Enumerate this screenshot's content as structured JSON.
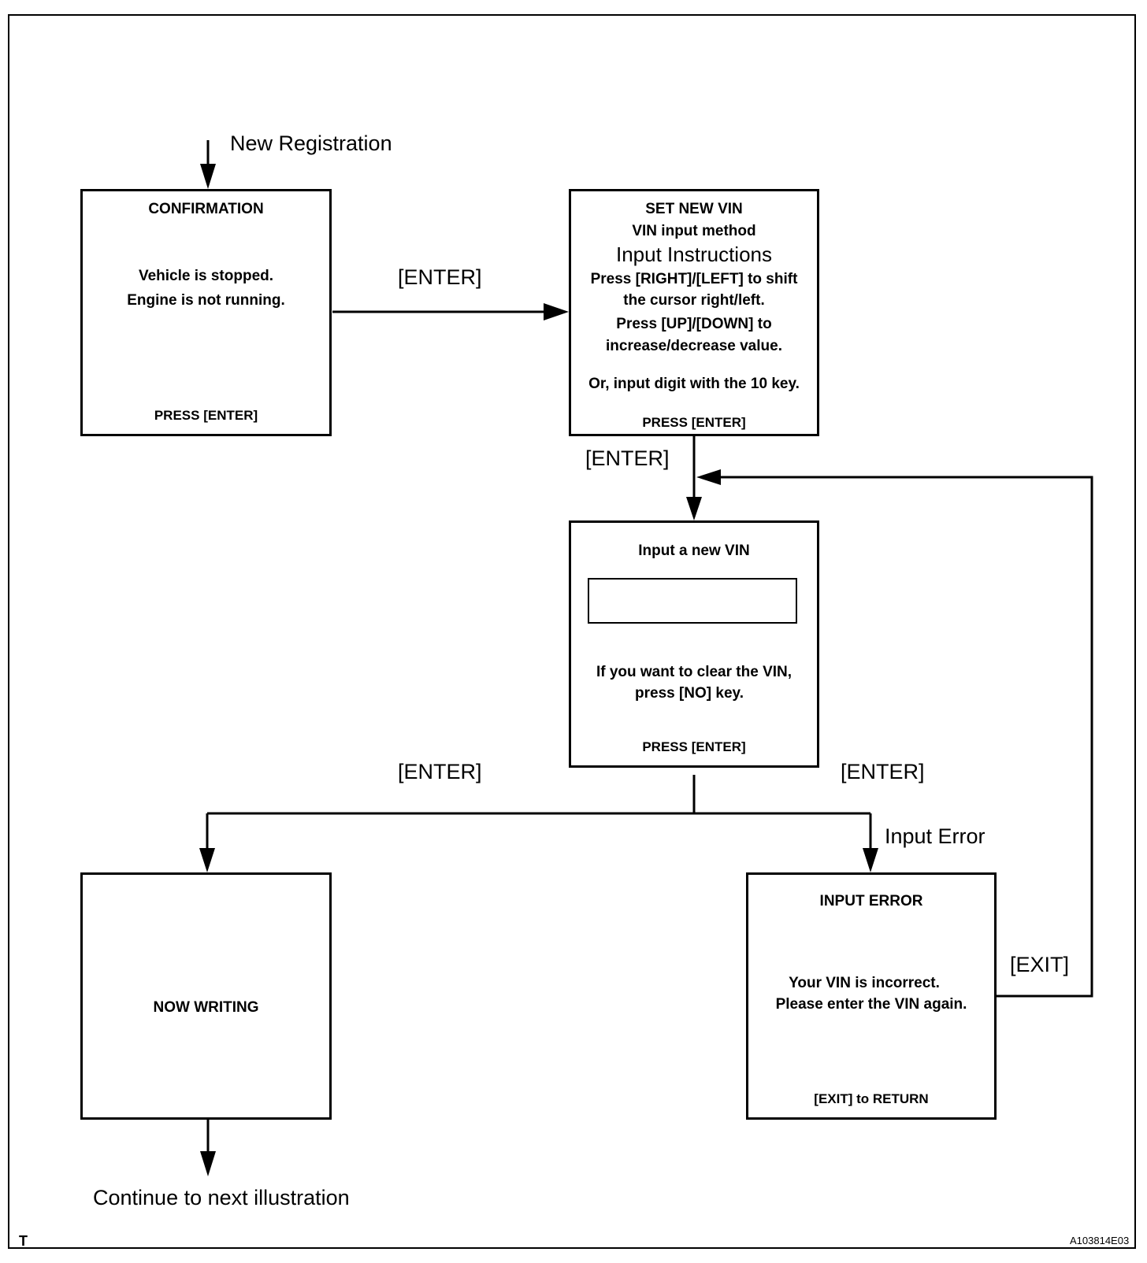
{
  "labels": {
    "new_registration": "New Registration",
    "enter_1": "[ENTER]",
    "enter_2": "[ENTER]",
    "enter_left": "[ENTER]",
    "enter_right": "[ENTER]",
    "input_error": "Input Error",
    "exit": "[EXIT]",
    "continue": "Continue to next illustration"
  },
  "confirmation": {
    "title": "CONFIRMATION",
    "line1": "Vehicle is stopped.",
    "line2": "Engine is not running.",
    "press": "PRESS [ENTER]"
  },
  "set_new_vin": {
    "title": "SET NEW VIN",
    "subtitle": "VIN input method",
    "instructions": "Input Instructions",
    "line1": "Press [RIGHT]/[LEFT] to shift",
    "line2": "the cursor right/left.",
    "line3": "Press [UP]/[DOWN]  to",
    "line4": "increase/decrease value.",
    "line5": "Or, input digit with the 10 key.",
    "press": "PRESS [ENTER]"
  },
  "input_vin": {
    "title": "Input a new VIN",
    "field_value": "",
    "line1": "If you want to clear the VIN,",
    "line2": "press [NO] key.",
    "press": "PRESS [ENTER]"
  },
  "now_writing": {
    "title": "NOW WRITING"
  },
  "input_error_box": {
    "title": "INPUT  ERROR",
    "line1": "Your VIN is incorrect.",
    "line2": "Please enter the VIN again.",
    "press": "[EXIT] to RETURN"
  },
  "corner": {
    "left": "T",
    "right": "A103814E03"
  }
}
